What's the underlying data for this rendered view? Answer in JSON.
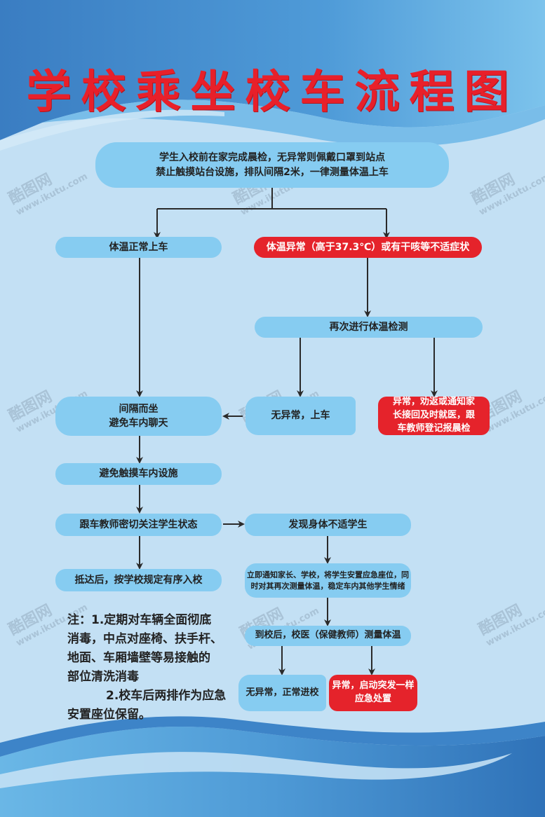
{
  "title": "学校乘坐校车流程图",
  "colors": {
    "title_red": "#e8202a",
    "box_blue": "#86ccf1",
    "box_red": "#e5232b",
    "background_light": "#c3e0f4",
    "background_dark": "#3a7fc4",
    "arrow": "#2a2a2a"
  },
  "flow": {
    "start": {
      "line1": "学生入校前在家完成晨检，无异常则佩戴口罩到站点",
      "line2": "禁止触摸站台设施，排队间隔2米，一律测量体温上车"
    },
    "normal_temp": "体温正常上车",
    "abnormal_temp": "体温异常（高于37.3℃）或有干咳等不适症状",
    "recheck": "再次进行体温检测",
    "recheck_ok": "无异常，上车",
    "recheck_fail": {
      "line1": "异常，劝返或通知家",
      "line2": "长接回及时就医，跟",
      "line3": "车教师登记报晨检"
    },
    "seat_apart": {
      "line1": "间隔而坐",
      "line2": "避免车内聊天"
    },
    "no_touch": "避免触摸车内设施",
    "teacher_watch": "跟车教师密切关注学生状态",
    "arrive": "抵达后，按学校规定有序入校",
    "found_unwell": "发现身体不适学生",
    "notify": {
      "line1": "立即通知家长、学校，将学生安置应急座位，同",
      "line2": "时对其再次测量体温，稳定车内其他学生情绪"
    },
    "school_check": "到校后，校医（保健教师）测量体温",
    "school_ok": "无异常，正常进校",
    "school_fail": {
      "line1": "异常，启动突发一样",
      "line2": "应急处置"
    }
  },
  "notes": {
    "line1": "注：1.定期对车辆全面彻底",
    "line2": "消毒，中点对座椅、扶手杆、",
    "line3": "地面、车厢墙壁等易接触的",
    "line4": "部位清洗消毒",
    "line5": "2.校车后两排作为应急",
    "line6": "安置座位保留。"
  },
  "watermark": {
    "brand": "酷图网",
    "url": "www.ikutu.com"
  }
}
